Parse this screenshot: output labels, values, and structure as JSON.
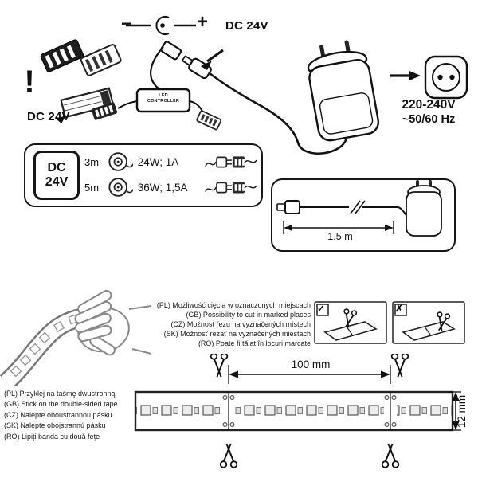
{
  "labels": {
    "dc24v_left": "DC 24V",
    "dc24v_mid": "DC 24V",
    "minus": "−",
    "plus": "+",
    "controller_line1": "LED",
    "controller_line2": "CONTROLLER",
    "voltage": "220-240V",
    "frequency": "~50/60 Hz"
  },
  "spec_box": {
    "badge_line1": "DC",
    "badge_line2": "24V",
    "rows": [
      {
        "length": "3m",
        "power": "24W; 1A"
      },
      {
        "length": "5m",
        "power": "36W; 1,5A"
      }
    ]
  },
  "cable_box": {
    "length": "1,5 m"
  },
  "cut_note": {
    "lines": [
      "(PL) Możliwość cięcia w oznaczonych miejscach",
      "(GB) Possibility to cut in marked places",
      "(CZ) Možnost řezu na vyznačených místech",
      "(SK) Možnosť rezať na vyznačených miestach",
      "(RO) Poate fi tăiat în locuri marcate"
    ]
  },
  "tape_note": {
    "lines": [
      "(PL) Przyklej na taśmę dwustronną",
      "(GB) Stick on the double-sided tape",
      "(CZ) Nalepte oboustrannou pásku",
      "(SK) Nalepte obojstrannú pásku",
      "(RO) Lipiți banda cu două fețe"
    ]
  },
  "dimensions": {
    "width": "100 mm",
    "height": "12 mm"
  },
  "icons": {
    "exclamation": "!",
    "check": "✓",
    "cross": "✗"
  }
}
